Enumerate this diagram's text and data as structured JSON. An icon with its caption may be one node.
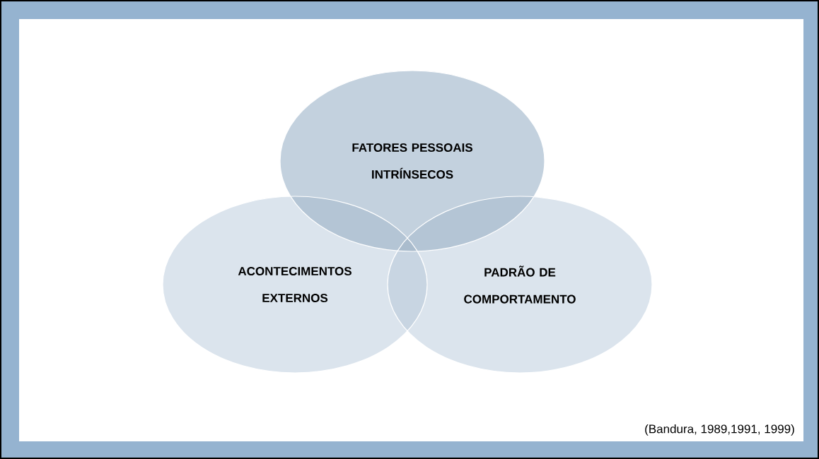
{
  "diagram": {
    "nodes": [
      {
        "text": [
          "FATORES PESSOAIS INTRÍNSECOS"
        ]
      },
      {
        "text": [
          "ACONTECIMENTOS EXTERNOS"
        ]
      },
      {
        "text": [
          "PADRÃO DE COMPORTAMENTO"
        ]
      }
    ],
    "labels": [
      "(Bandura, 1989,1991, 1999)"
    ]
  }
}
